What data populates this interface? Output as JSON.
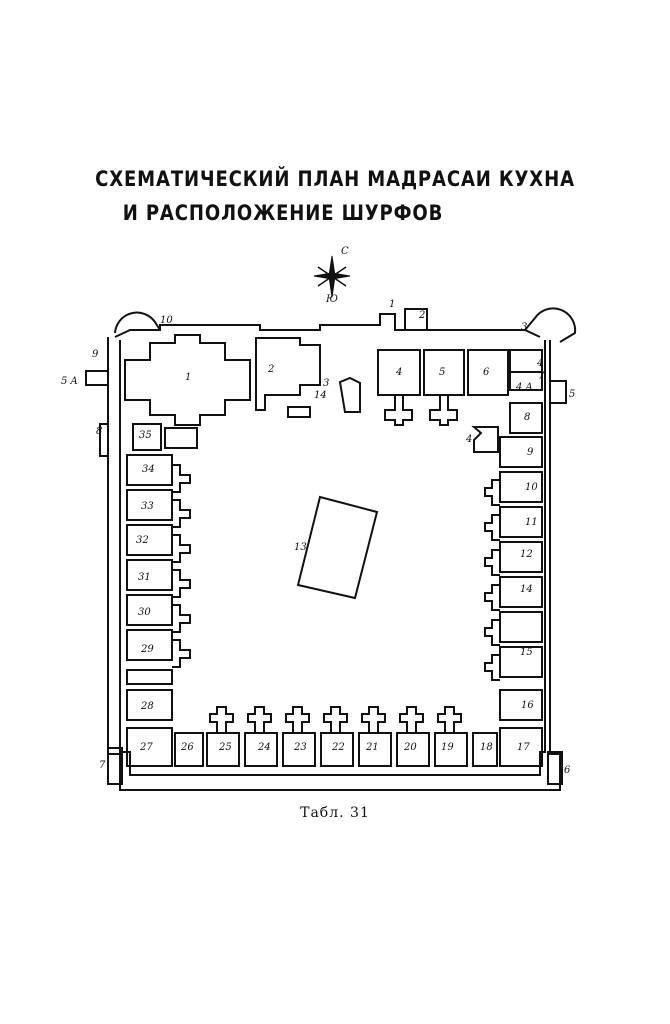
{
  "title_line1": "СХЕМАТИЧЕСКИЙ ПЛАН МАДРАСАИ КУХНА",
  "title_line2": "И РАСПОЛОЖЕНИЕ ШУРФОВ",
  "compass": {
    "north": "С",
    "south": "Ю"
  },
  "caption": "Табл. 31",
  "labels": {
    "l1": "1",
    "l1b": "1",
    "l2": "2",
    "l2b": "2",
    "l3": "3",
    "l3b": "3",
    "l4": "4",
    "l4b": "4",
    "l4c": "4",
    "l4a": "4 A",
    "l5": "5",
    "l5b": "5",
    "l5a": "5 A",
    "l6": "6",
    "l6b": "6",
    "l7": "7",
    "l7b": "7",
    "l8": "8",
    "l8b": "8",
    "l9": "9",
    "l9b": "9",
    "l10": "10",
    "l10b": "10",
    "l11": "11",
    "l12": "12",
    "l13": "13",
    "l14": "14",
    "l14b": "14",
    "l15": "15",
    "l16": "16",
    "l17": "17",
    "l18": "18",
    "l19": "19",
    "l20": "20",
    "l21": "21",
    "l22": "22",
    "l23": "23",
    "l24": "24",
    "l25": "25",
    "l26": "26",
    "l27": "27",
    "l28": "28",
    "l29": "29",
    "l30": "30",
    "l31": "31",
    "l32": "32",
    "l33": "33",
    "l34": "34",
    "l35": "35"
  }
}
